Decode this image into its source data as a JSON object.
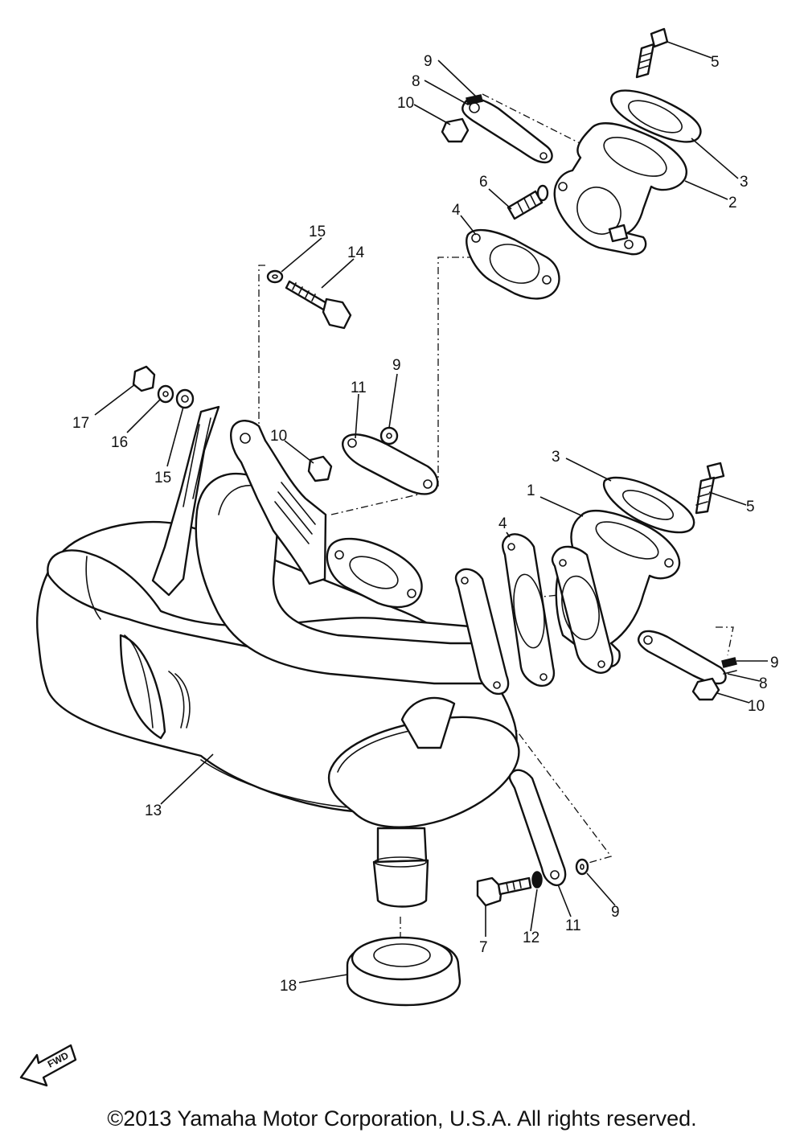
{
  "diagram": {
    "callouts": [
      {
        "id": "c5a",
        "text": "5"
      },
      {
        "id": "c9a",
        "text": "9"
      },
      {
        "id": "c8a",
        "text": "8"
      },
      {
        "id": "c10a",
        "text": "10"
      },
      {
        "id": "c3a",
        "text": "3"
      },
      {
        "id": "c2",
        "text": "2"
      },
      {
        "id": "c6",
        "text": "6"
      },
      {
        "id": "c4a",
        "text": "4"
      },
      {
        "id": "c15a",
        "text": "15"
      },
      {
        "id": "c14",
        "text": "14"
      },
      {
        "id": "c9b",
        "text": "9"
      },
      {
        "id": "c11a",
        "text": "11"
      },
      {
        "id": "c17",
        "text": "17"
      },
      {
        "id": "c16",
        "text": "16"
      },
      {
        "id": "c15b",
        "text": "15"
      },
      {
        "id": "c10b",
        "text": "10"
      },
      {
        "id": "c3b",
        "text": "3"
      },
      {
        "id": "c1",
        "text": "1"
      },
      {
        "id": "c5b",
        "text": "5"
      },
      {
        "id": "c4b",
        "text": "4"
      },
      {
        "id": "c9c",
        "text": "9"
      },
      {
        "id": "c8b",
        "text": "8"
      },
      {
        "id": "c10c",
        "text": "10"
      },
      {
        "id": "c13",
        "text": "13"
      },
      {
        "id": "c7",
        "text": "7"
      },
      {
        "id": "c12",
        "text": "12"
      },
      {
        "id": "c11b",
        "text": "11"
      },
      {
        "id": "c9d",
        "text": "9"
      },
      {
        "id": "c18",
        "text": "18"
      }
    ],
    "direction_label": "FWD"
  },
  "footer": {
    "copyright": "©2013 Yamaha Motor Corporation, U.S.A. All rights reserved."
  }
}
